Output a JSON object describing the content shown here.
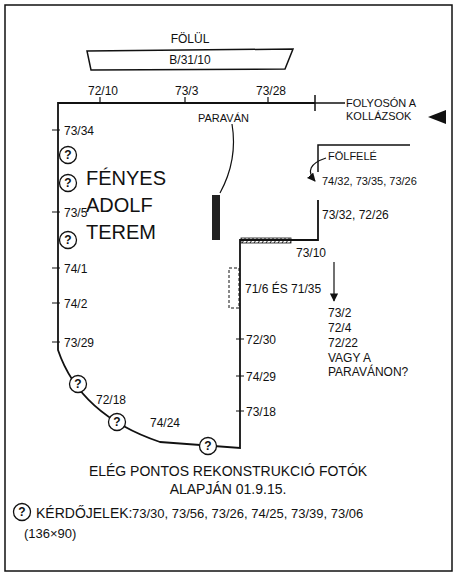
{
  "diagram": {
    "caption": "ELÉG PONTOS REKONSTRUKCIÓ FOTÓK ALAPJÁN 01.9.15.",
    "nodes": [
      {
        "text": [
          "FÖLÜL",
          "B/31/10"
        ]
      },
      {
        "text": [
          "FÉNYES ADOLF TEREM"
        ]
      },
      {
        "text": [
          "?"
        ]
      },
      {
        "text": [
          "?"
        ]
      },
      {
        "text": [
          "?"
        ]
      },
      {
        "text": [
          "?"
        ]
      },
      {
        "text": [
          "?"
        ]
      },
      {
        "text": [
          "?"
        ]
      },
      {
        "text": [
          "?"
        ]
      }
    ],
    "labels": [
      "72/10",
      "73/3",
      "73/28",
      "FOLYOSÓN A KOLLÁZSOK",
      "PARAVÁN",
      "FÖLFELÉ",
      "74/32, 73/35, 73/26",
      "73/10",
      "73/2",
      "72/4",
      "72/22",
      "VAGY A PARAVÁNON?",
      "71/6 ÉS 71/35",
      "73/34",
      "73/5",
      "74/1",
      "74/2",
      "73/29",
      "72/18",
      "74/24",
      "72/30",
      "74/29",
      "73/18",
      "KÉRDŐJELEK:",
      "(136×90)",
      "73/30, 73/56, 73/26, 74/25, 73/39, 73/06",
      "73/32, 72/26"
    ]
  }
}
